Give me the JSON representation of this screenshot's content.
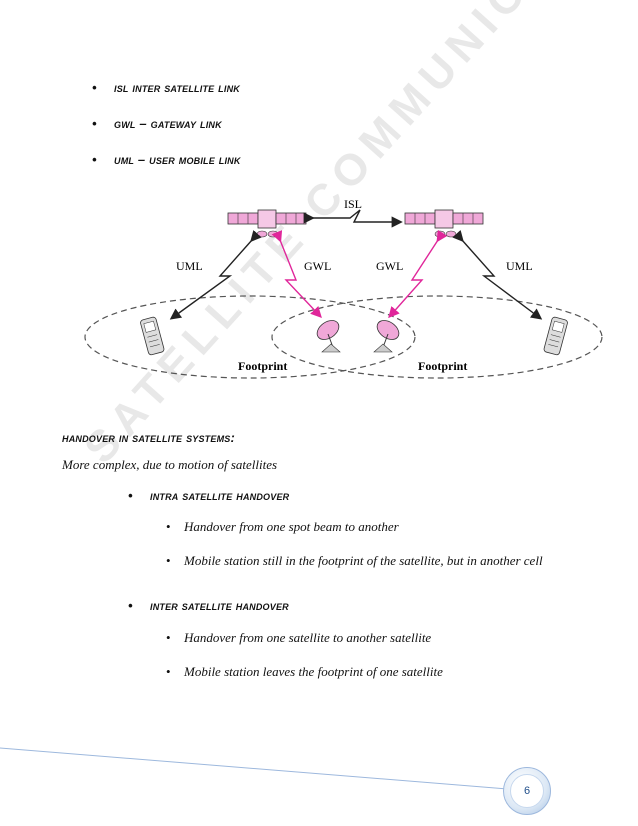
{
  "watermark": "SATELLITE COMMUNICATION",
  "link_types": [
    {
      "label": "ISL Inter Satellite Link"
    },
    {
      "label": "GWL – Gateway Link"
    },
    {
      "label": "UML – User Mobile Link"
    }
  ],
  "diagram": {
    "isl_label": "ISL",
    "uml_left": "UML",
    "gwl_left": "GWL",
    "gwl_right": "GWL",
    "uml_right": "UML",
    "footprint_left": "Footprint",
    "footprint_right": "Footprint",
    "colors": {
      "gateway_link": "#e0269a",
      "satellite": "#f0a8d8",
      "ink": "#222222"
    }
  },
  "handover": {
    "heading": "Handover in Satellite Systems:",
    "intro": "More complex, due to motion of satellites",
    "intra": {
      "title": "Intra Satellite Handover",
      "items": [
        "Handover from one spot beam to another",
        "Mobile station still in the footprint of the satellite, but in another cell"
      ]
    },
    "inter": {
      "title": "Inter Satellite Handover",
      "items": [
        "Handover from one satellite to another satellite",
        "Mobile station leaves the footprint of one satellite"
      ]
    }
  },
  "page_number": "6"
}
